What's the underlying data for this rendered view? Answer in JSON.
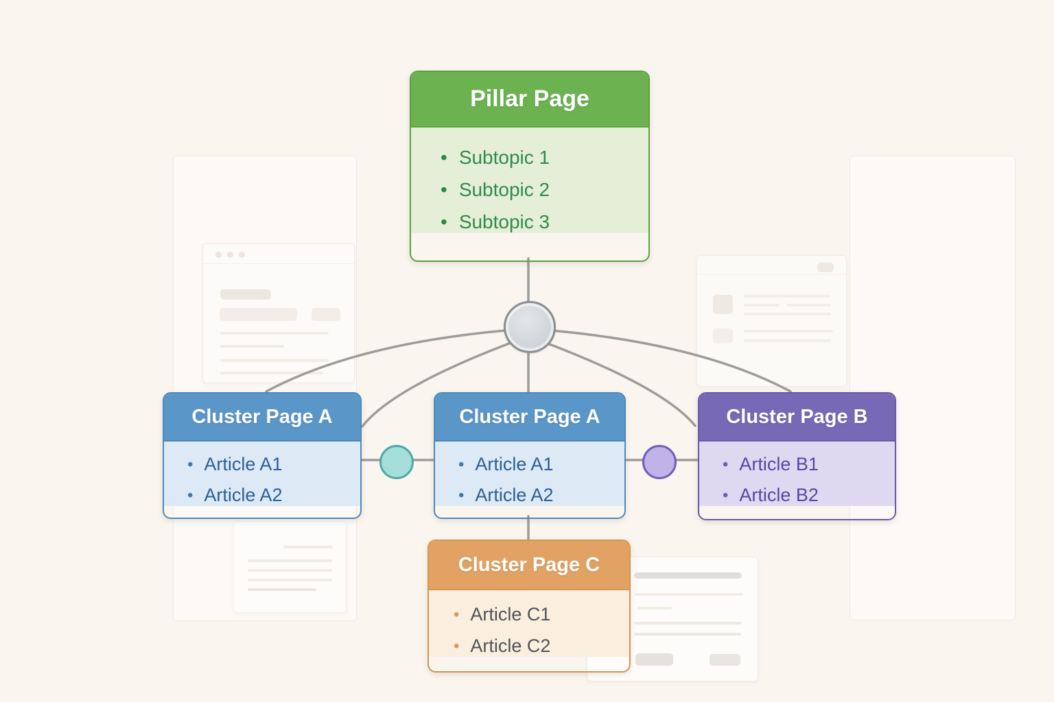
{
  "diagram": {
    "pillar": {
      "title": "Pillar Page",
      "items": [
        "Subtopic 1",
        "Subtopic 2",
        "Subtopic 3"
      ],
      "header_color": "#6cb251",
      "body_color": "#e5efd8",
      "text_color": "#2f8b47"
    },
    "clusters": [
      {
        "id": "cluster-a-left",
        "title": "Cluster Page A",
        "items": [
          "Article A1",
          "Article A2"
        ],
        "header_color": "#5b96c8",
        "body_color": "#dde9f5",
        "text_color": "#2c6096"
      },
      {
        "id": "cluster-a-middle",
        "title": "Cluster Page A",
        "items": [
          "Article A1",
          "Article A2"
        ],
        "header_color": "#5b96c8",
        "body_color": "#dde9f5",
        "text_color": "#2c6096"
      },
      {
        "id": "cluster-b",
        "title": "Cluster Page B",
        "items": [
          "Article B1",
          "Article B2"
        ],
        "header_color": "#7769b6",
        "body_color": "#ded9f1",
        "text_color": "#5747a3"
      },
      {
        "id": "cluster-c",
        "title": "Cluster Page C",
        "items": [
          "Article C1",
          "Article C2"
        ],
        "header_color": "#e2a264",
        "body_color": "#faeedf",
        "text_color": "#525257"
      }
    ],
    "nodes": {
      "hub": {
        "shape": "circle",
        "fill": "#d3d7db",
        "border": "#8a8e92"
      },
      "link_left": {
        "shape": "circle",
        "fill": "#a5ded8",
        "border": "#4fa8a6"
      },
      "link_right": {
        "shape": "circle",
        "fill": "#c0b3e8",
        "border": "#6f5fba"
      }
    },
    "connector_color": "#9c9c98",
    "background_color": "#faf5ef"
  },
  "ui": {
    "bullet": "•"
  }
}
